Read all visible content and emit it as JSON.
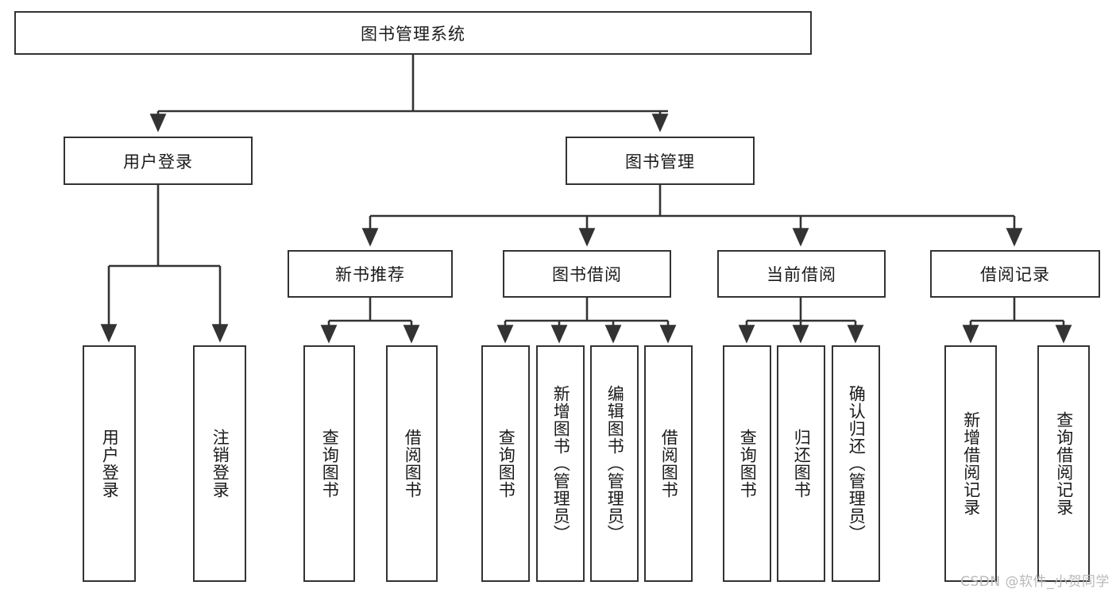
{
  "diagram": {
    "title": "图书管理系统",
    "type": "hierarchy-tree",
    "watermark": "CSDN @软件_小贺同学",
    "colors": {
      "box_border": "#333333",
      "box_fill": "#ffffff",
      "edge": "#333333",
      "text": "#1a1a1a",
      "watermark": "#b9b9b9",
      "background": "#ffffff"
    },
    "nodes": {
      "root": {
        "label": "图书管理系统",
        "level": 1,
        "orientation": "horizontal"
      },
      "user_login": {
        "label": "用户登录",
        "level": 2,
        "orientation": "horizontal"
      },
      "book_manage": {
        "label": "图书管理",
        "level": 2,
        "orientation": "horizontal"
      },
      "new_book_rec": {
        "label": "新书推荐",
        "level": 3,
        "orientation": "horizontal"
      },
      "book_borrow": {
        "label": "图书借阅",
        "level": 3,
        "orientation": "horizontal"
      },
      "current_borrow": {
        "label": "当前借阅",
        "level": 3,
        "orientation": "horizontal"
      },
      "borrow_record": {
        "label": "借阅记录",
        "level": 3,
        "orientation": "horizontal"
      },
      "leaf_user_login": {
        "label": "用户登录",
        "level": 4,
        "orientation": "vertical"
      },
      "leaf_logout": {
        "label": "注销登录",
        "level": 4,
        "orientation": "vertical"
      },
      "leaf_query_book_1": {
        "label": "查询图书",
        "level": 4,
        "orientation": "vertical"
      },
      "leaf_borrow_book_1": {
        "label": "借阅图书",
        "level": 4,
        "orientation": "vertical"
      },
      "leaf_query_book_2": {
        "label": "查询图书",
        "level": 4,
        "orientation": "vertical"
      },
      "leaf_add_book": {
        "label": "新增图书（管理员）",
        "level": 4,
        "orientation": "vertical"
      },
      "leaf_edit_book": {
        "label": "编辑图书（管理员）",
        "level": 4,
        "orientation": "vertical"
      },
      "leaf_borrow_book_2": {
        "label": "借阅图书",
        "level": 4,
        "orientation": "vertical"
      },
      "leaf_query_book_3": {
        "label": "查询图书",
        "level": 4,
        "orientation": "vertical"
      },
      "leaf_return_book": {
        "label": "归还图书",
        "level": 4,
        "orientation": "vertical"
      },
      "leaf_confirm_return": {
        "label": "确认归还（管理员）",
        "level": 4,
        "orientation": "vertical"
      },
      "leaf_add_record": {
        "label": "新增借阅记录",
        "level": 4,
        "orientation": "vertical"
      },
      "leaf_query_record": {
        "label": "查询借阅记录",
        "level": 4,
        "orientation": "vertical"
      }
    }
  }
}
